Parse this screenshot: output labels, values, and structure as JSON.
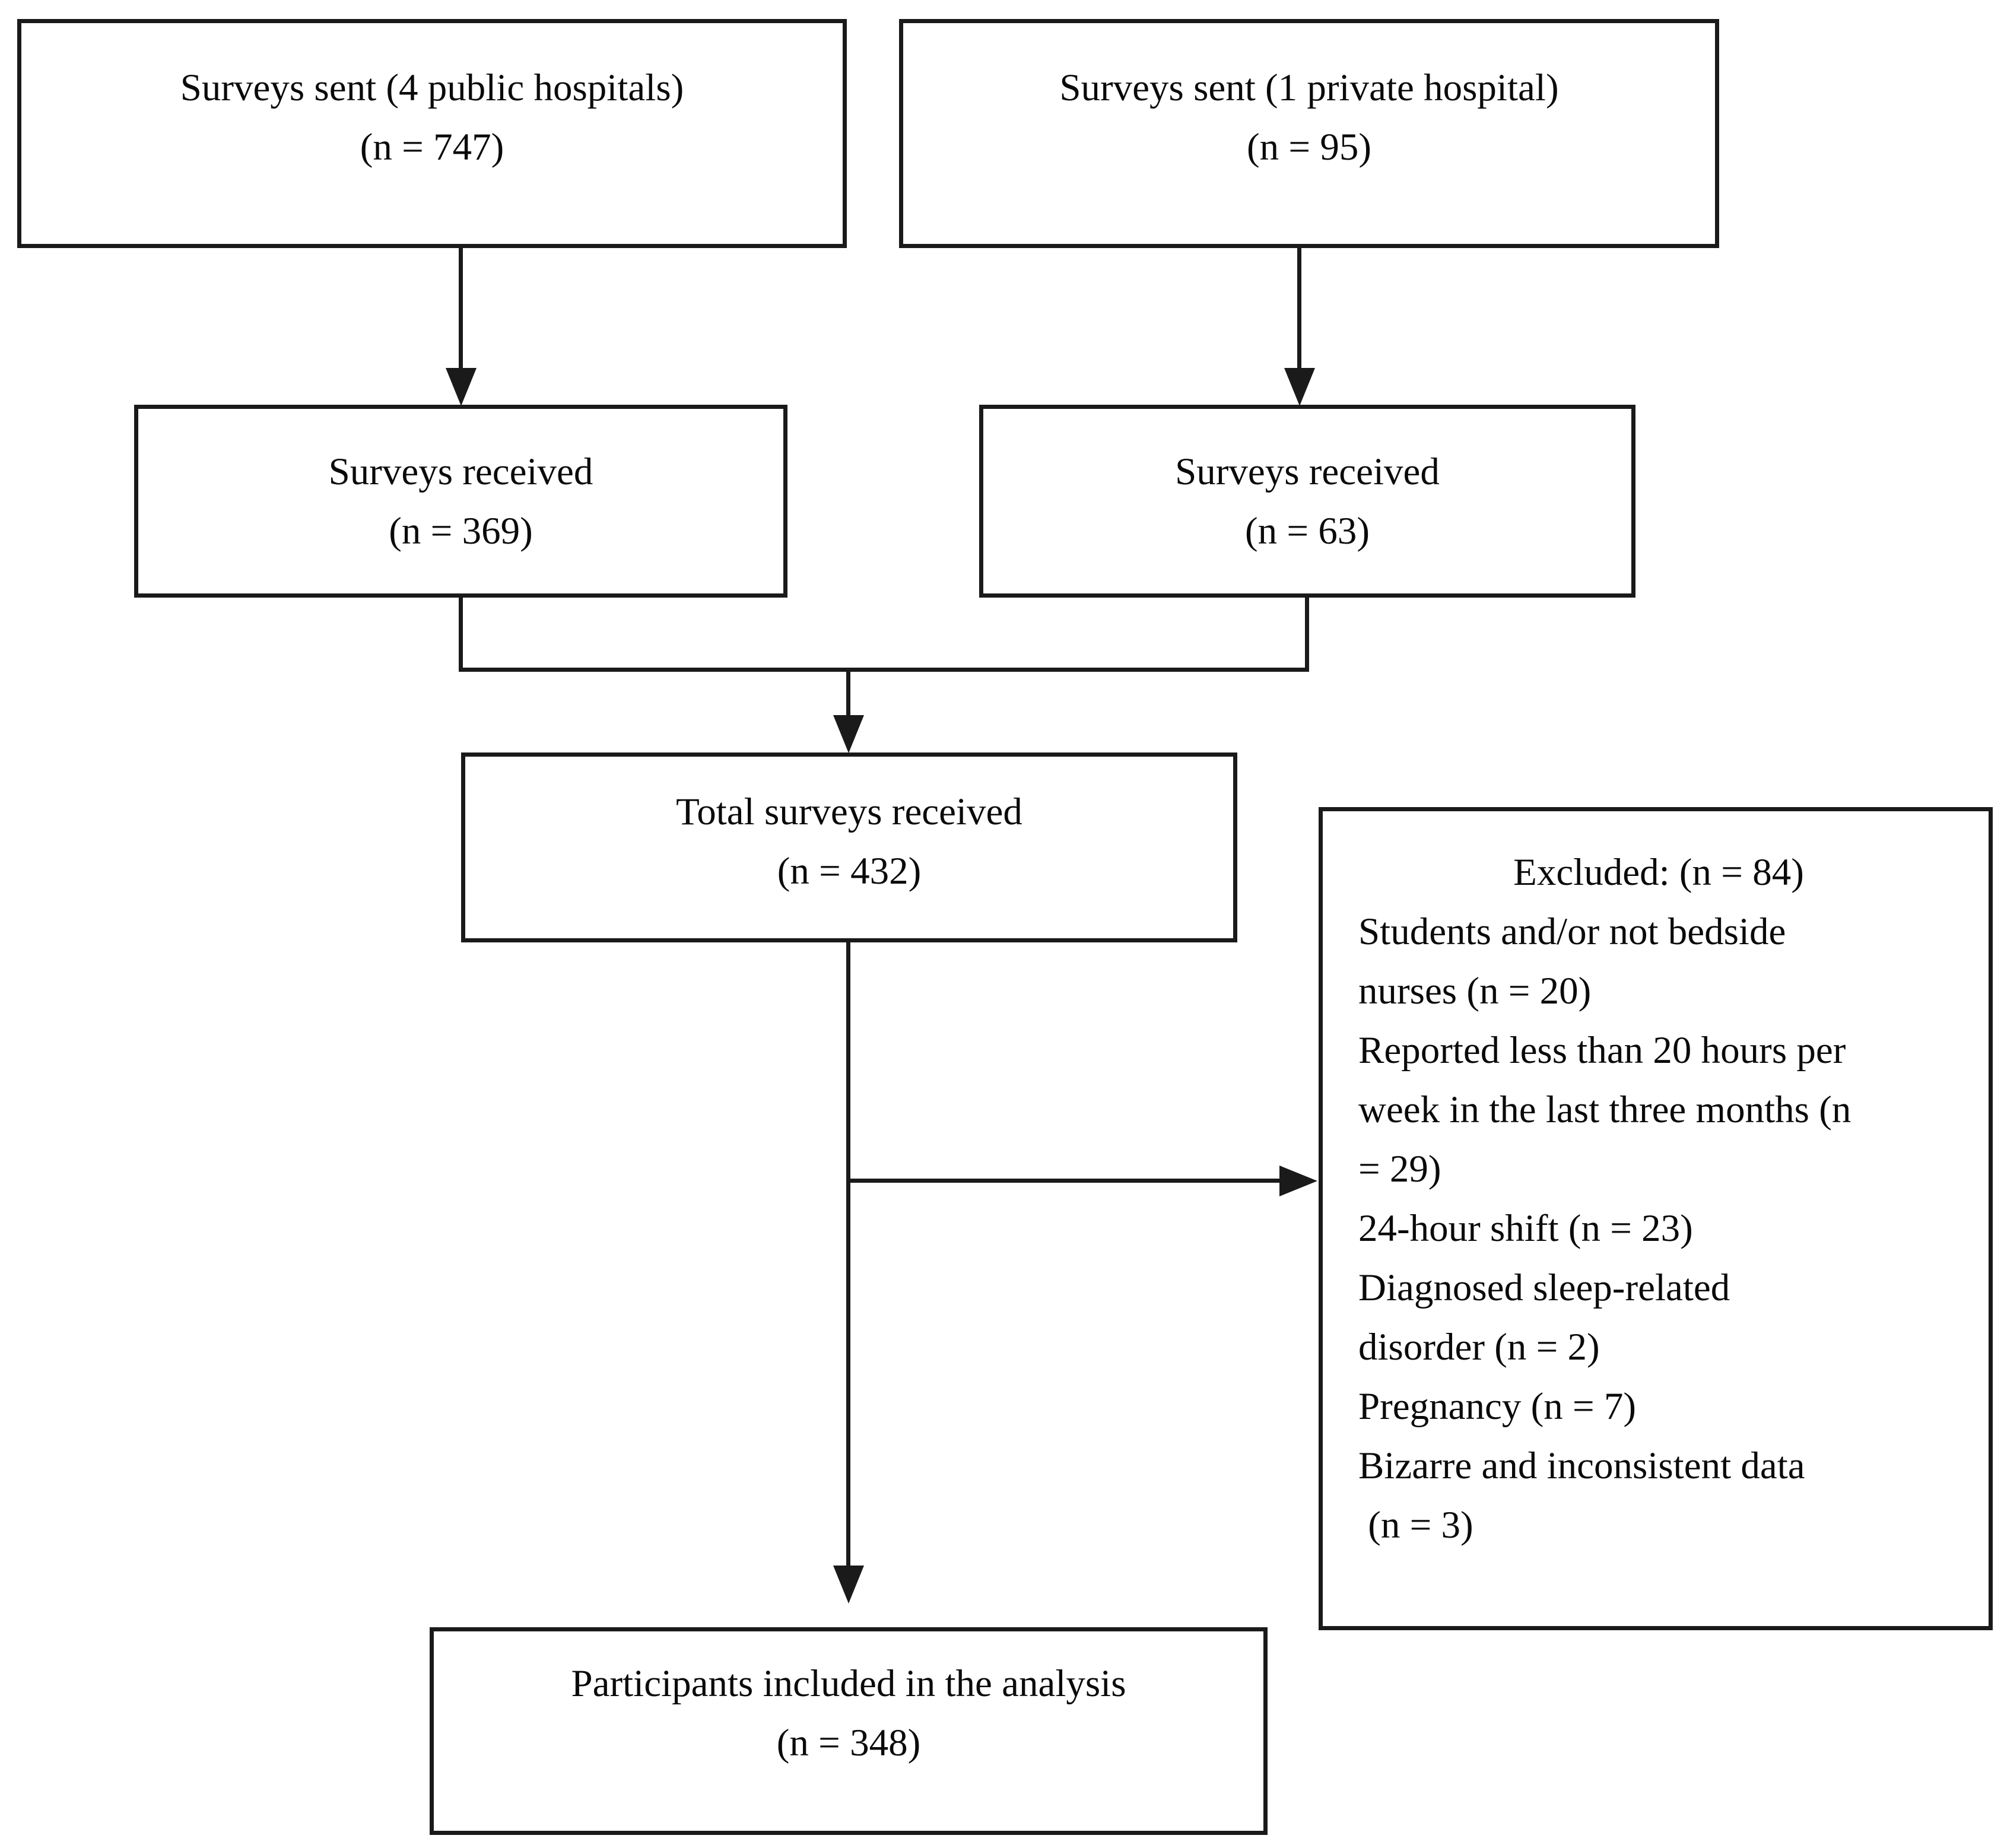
{
  "diagram": {
    "type": "participant-flow-chart",
    "boxes": {
      "public_sent": {
        "line1": "Surveys sent (4 public hospitals)",
        "line2": "(n = 747)"
      },
      "private_sent": {
        "line1": "Surveys sent (1 private hospital)",
        "line2": "(n = 95)"
      },
      "public_received": {
        "line1": "Surveys received",
        "line2": "(n = 369)"
      },
      "private_received": {
        "line1": "Surveys received",
        "line2": "(n = 63)"
      },
      "total_received": {
        "line1": "Total surveys received",
        "line2": "(n = 432)"
      },
      "excluded": {
        "title": "Excluded: (n = 84)",
        "lines": [
          "Students and/or not bedside",
          "nurses (n = 20)",
          "Reported less than 20 hours per",
          "week in the last three months (n",
          "= 29)",
          "24-hour shift (n = 23)",
          "Diagnosed sleep-related",
          "disorder (n = 2)",
          "Pregnancy (n = 7)",
          "Bizarre and inconsistent data",
          " (n = 3)"
        ],
        "exclusion_items": [
          {
            "reason": "Students and/or not bedside nurses",
            "n": 20
          },
          {
            "reason": "Reported less than 20 hours per week in the last three months",
            "n": 29
          },
          {
            "reason": "24-hour shift",
            "n": 23
          },
          {
            "reason": "Diagnosed sleep-related disorder",
            "n": 2
          },
          {
            "reason": "Pregnancy",
            "n": 7
          },
          {
            "reason": "Bizarre and inconsistent data",
            "n": 3
          }
        ],
        "total_excluded": 84
      },
      "included": {
        "line1": "Participants included in the analysis",
        "line2": "(n = 348)"
      }
    },
    "colors": {
      "line": "#1a1a1a",
      "background": "#ffffff",
      "text": "#0a0a0a"
    }
  }
}
